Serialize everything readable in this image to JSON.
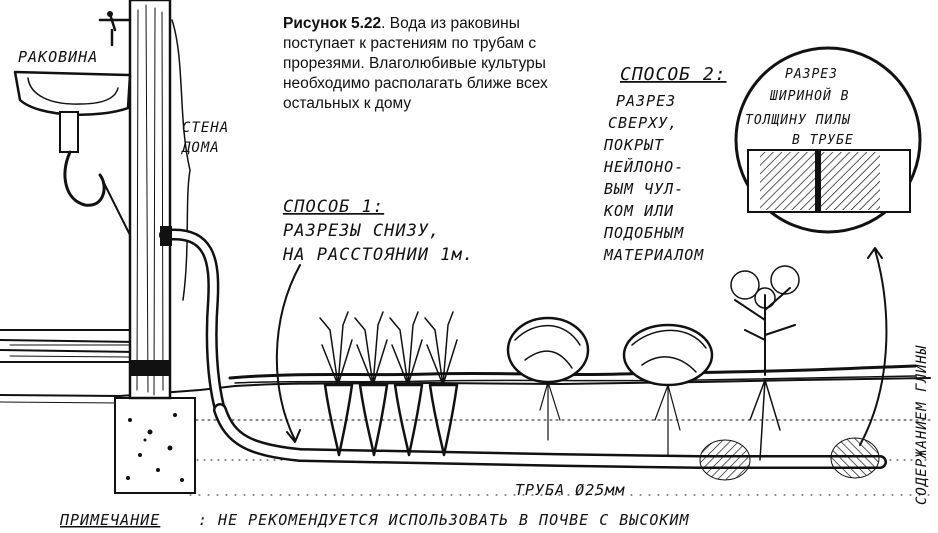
{
  "caption": {
    "figure_label": "Рисунок 5.22",
    "text": ". Вода из раковины поступает к растениям по трубам с прорезями. Влаголюбивые культуры необходимо располагать ближе всех остальных к дому"
  },
  "labels": {
    "sink": "РАКОВИНА",
    "wall_line1": "СТЕНА",
    "wall_line2": "ДОМА",
    "method1_title": "СПОСОБ 1:",
    "method1_line1": "РАЗРЕЗЫ СНИЗУ,",
    "method1_line2": "НА РАССТОЯНИИ 1м.",
    "method2_title": "СПОСОБ 2:",
    "method2_lines": [
      "РАЗРЕЗ",
      "СВЕРХУ,",
      "ПОКРЫТ",
      "НЕЙЛОНО-",
      "ВЫМ ЧУЛ-",
      "КОМ ИЛИ",
      "ПОДОБНЫМ",
      "МАТЕРИАЛОМ"
    ],
    "inset_lines": [
      "РАЗРЕЗ",
      "ШИРИНОЙ В",
      "ТОЛЩИНУ ПИЛЫ",
      "В ТРУБЕ"
    ],
    "pipe": "ТРУБА Ø25мм",
    "clay_note": "СОДЕРЖАНИЕМ ГЛИНЫ",
    "note_label": "ПРИМЕЧАНИЕ",
    "note_text": ": НЕ РЕКОМЕНДУЕТСЯ ИСПОЛЬЗОВАТЬ В ПОЧВЕ С ВЫСОКИМ"
  }
}
